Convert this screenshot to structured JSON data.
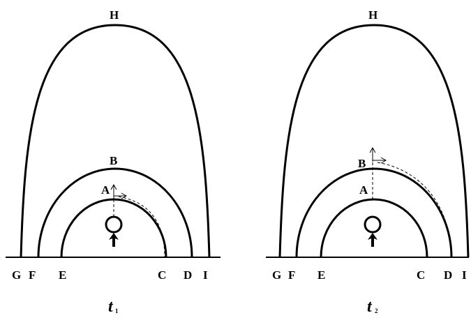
{
  "panels": [
    {
      "id": "t1",
      "time_label": "t",
      "time_subscript": "1",
      "points": {
        "G": "G",
        "F": "F",
        "E": "E",
        "C": "C",
        "D": "D",
        "I": "I",
        "H": "H",
        "B": "B",
        "A": "A"
      }
    },
    {
      "id": "t2",
      "time_label": "t",
      "time_subscript": "2",
      "points": {
        "G": "G",
        "F": "F",
        "E": "E",
        "C": "C",
        "D": "D",
        "I": "I",
        "H": "H",
        "B": "B",
        "A": "A"
      }
    }
  ]
}
